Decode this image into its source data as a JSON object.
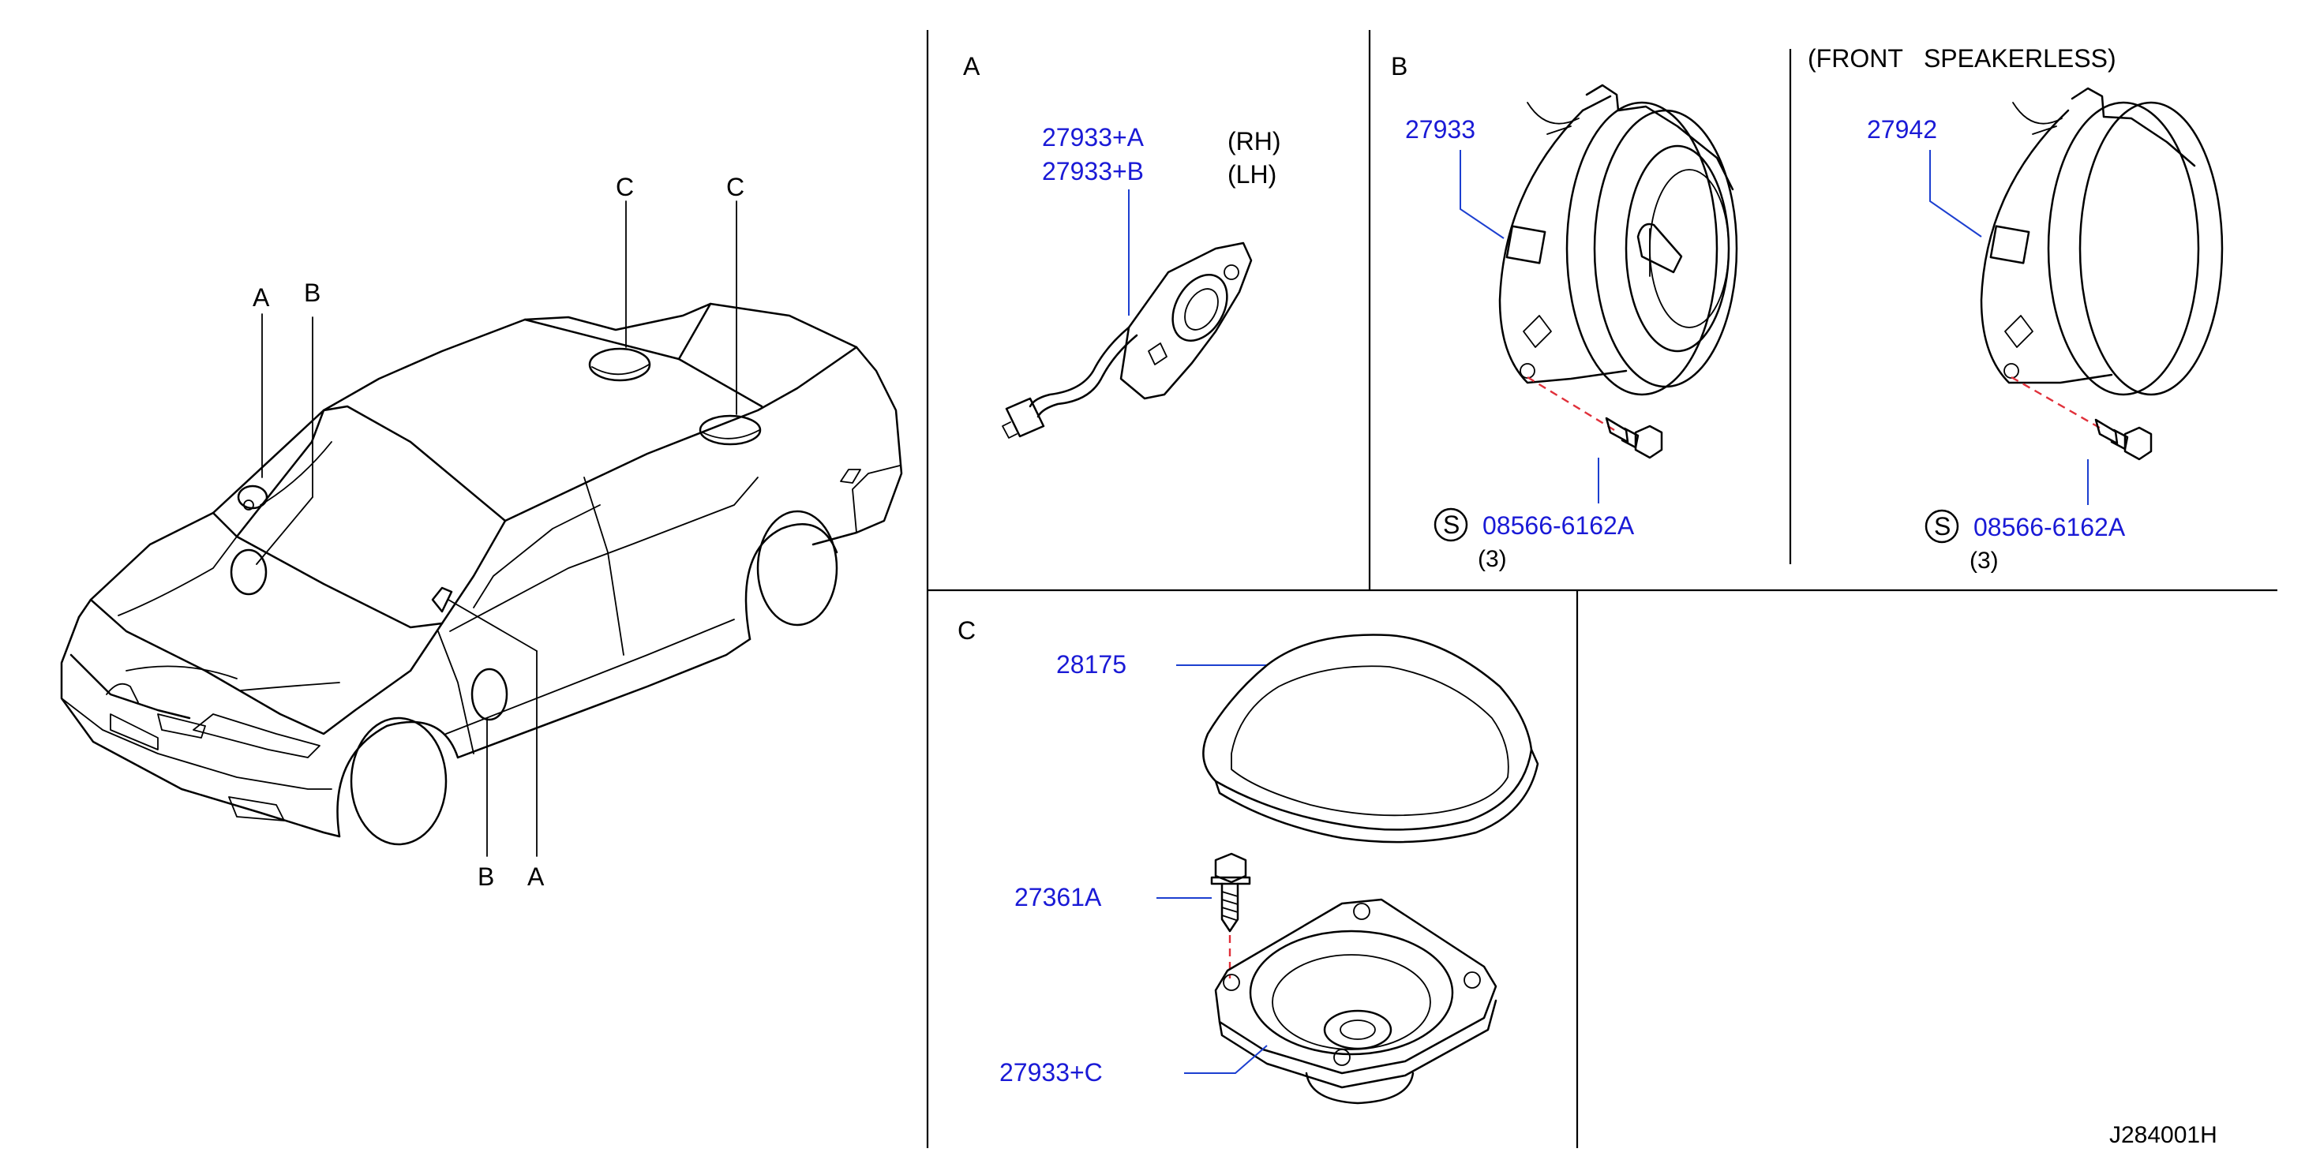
{
  "car_view": {
    "callout_a_top": "A",
    "callout_b_top": "B",
    "callout_c_left": "C",
    "callout_c_right": "C",
    "callout_b_bottom": "B",
    "callout_a_bottom": "A"
  },
  "panel_a": {
    "title": "A",
    "part_rh": "27933+A",
    "part_lh": "27933+B",
    "side_rh": "(RH)",
    "side_lh": "(LH)"
  },
  "panel_b": {
    "title": "B",
    "speaker_part": "27933",
    "screw_symbol": "S",
    "screw_part": "08566-6162A",
    "screw_qty": "(3)"
  },
  "panel_speakerless": {
    "title": "(FRONT   SPEAKERLESS)",
    "cover_part": "27942",
    "screw_symbol": "S",
    "screw_part": "08566-6162A",
    "screw_qty": "(3)"
  },
  "panel_c": {
    "title": "C",
    "grille_part": "28175",
    "screw_part": "27361A",
    "speaker_part": "27933+C"
  },
  "footer": {
    "diagram_code": "J284001H"
  },
  "colors": {
    "part_number": "#1a1ad6",
    "label": "#000000",
    "leader_line": "#1c3fd0",
    "dashed_guide": "#e0303a"
  }
}
